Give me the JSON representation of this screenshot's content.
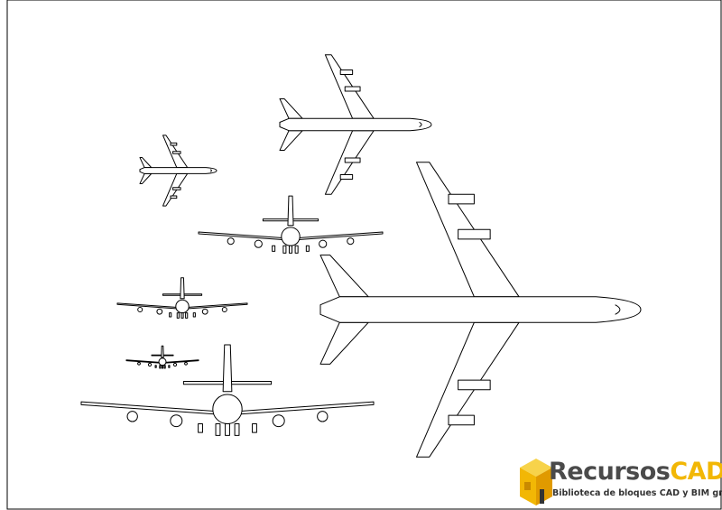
{
  "drawing": {
    "views": [
      "top-view-small",
      "top-view-medium",
      "top-view-large",
      "front-view-a",
      "front-view-b",
      "front-view-c",
      "front-view-d"
    ],
    "line_color": "#000000",
    "background": "#ffffff"
  },
  "logo": {
    "brand_part1": "Recursos",
    "brand_part2": "CAD",
    "tagline": "Biblioteca de bloques CAD y BIM gratuita",
    "colors": {
      "yellow": "#f2b705",
      "gray": "#4a4a4a"
    }
  }
}
